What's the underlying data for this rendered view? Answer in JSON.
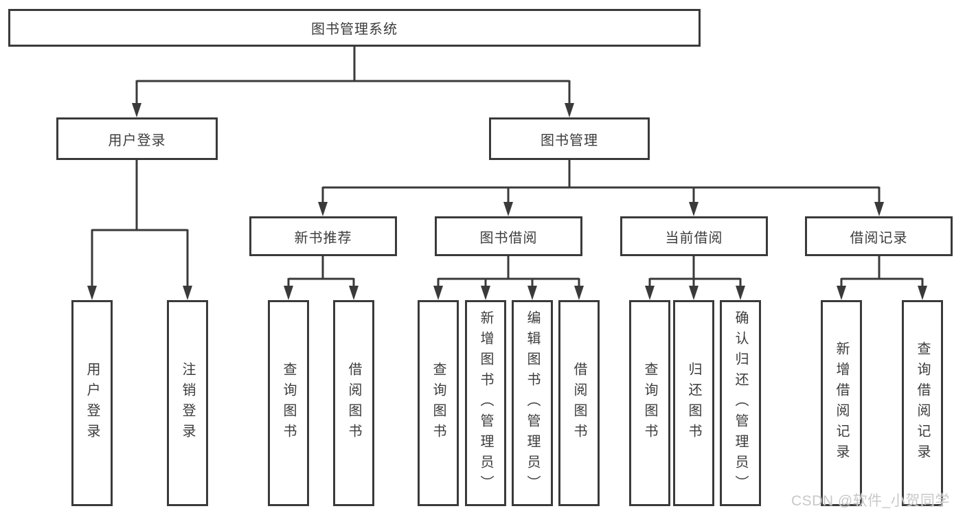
{
  "diagram": {
    "type": "hierarchy-tree",
    "colors": {
      "line": "#3a3a3a",
      "box_border": "#3a3a3a",
      "text": "#3c3c3c",
      "background": "#ffffff",
      "watermark": "#c8c8c8"
    }
  },
  "tree": {
    "root": {
      "label": "图书管理系统",
      "children": [
        {
          "label": "用户登录",
          "children": [
            {
              "label": "用户登录"
            },
            {
              "label": "注销登录"
            }
          ]
        },
        {
          "label": "图书管理",
          "children": [
            {
              "label": "新书推荐",
              "children": [
                {
                  "label": "查询图书"
                },
                {
                  "label": "借阅图书"
                }
              ]
            },
            {
              "label": "图书借阅",
              "children": [
                {
                  "label": "查询图书"
                },
                {
                  "label": "新增图书（管理员）"
                },
                {
                  "label": "编辑图书（管理员）"
                },
                {
                  "label": "借阅图书"
                }
              ]
            },
            {
              "label": "当前借阅",
              "children": [
                {
                  "label": "查询图书"
                },
                {
                  "label": "归还图书"
                },
                {
                  "label": "确认归还（管理员）"
                }
              ]
            },
            {
              "label": "借阅记录",
              "children": [
                {
                  "label": "新增借阅记录"
                },
                {
                  "label": "查询借阅记录"
                }
              ]
            }
          ]
        }
      ]
    }
  },
  "watermark": {
    "text": "CSDN @软件_小贺同学"
  }
}
